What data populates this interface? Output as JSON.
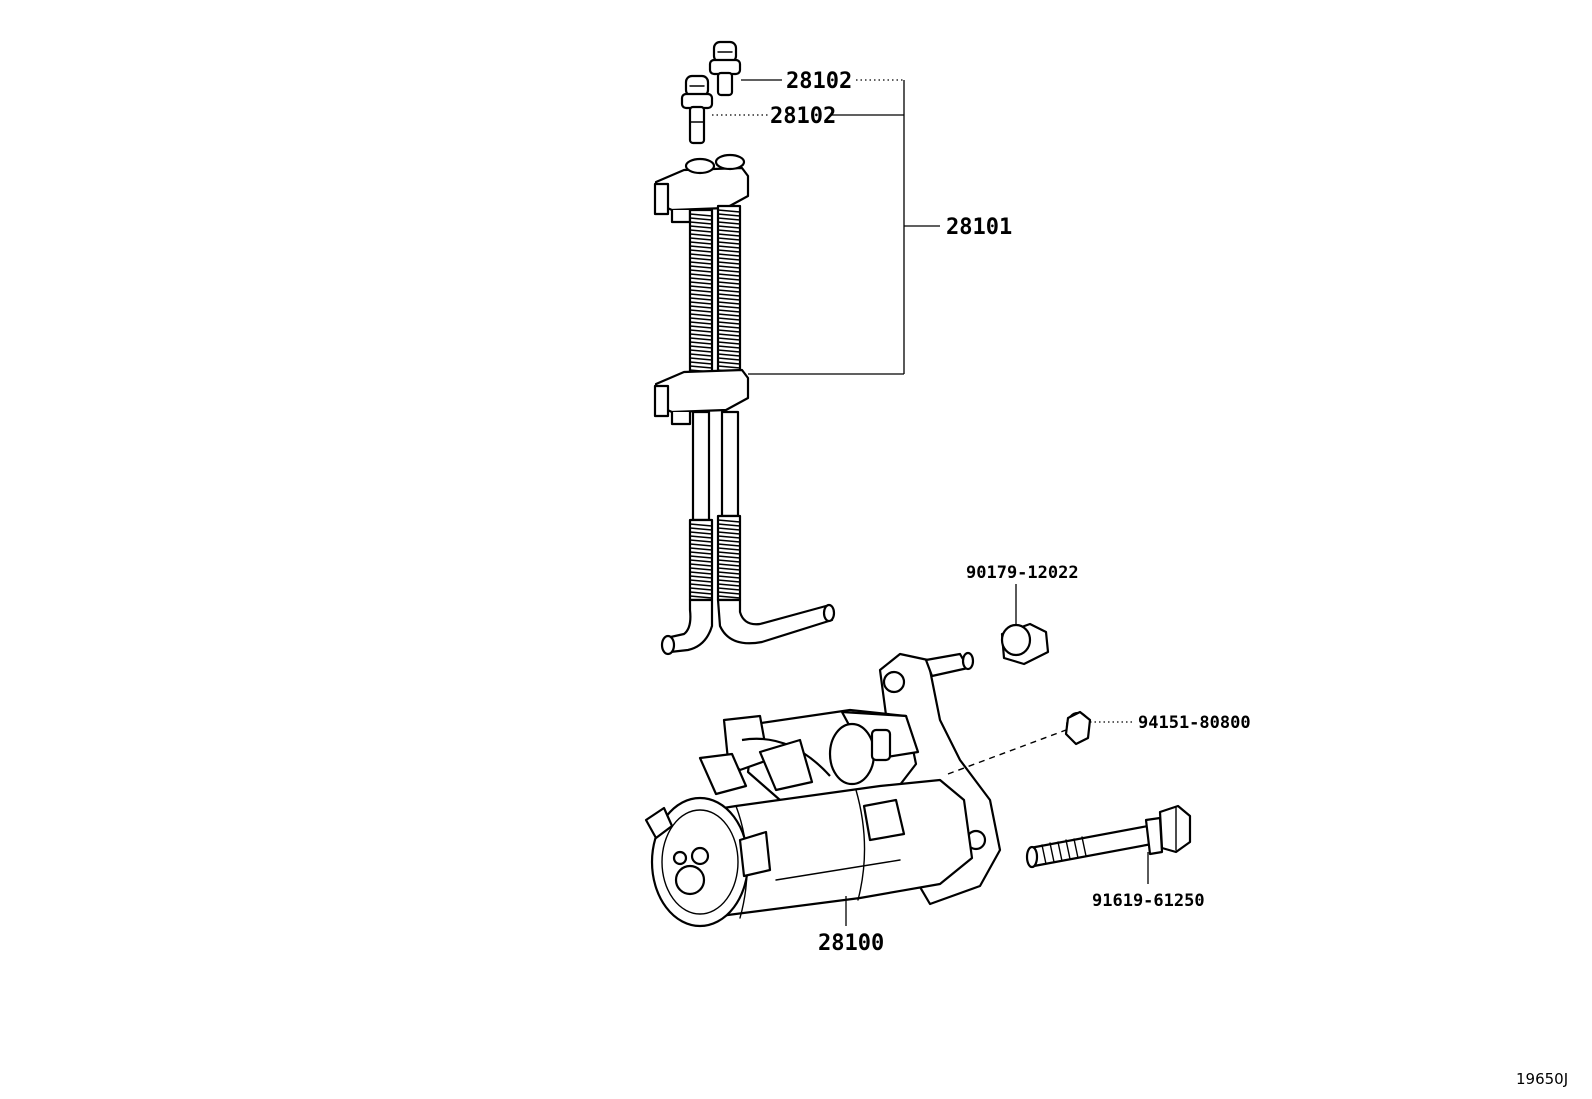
{
  "diagram": {
    "callouts": [
      {
        "id": "p28102a",
        "label": "28102"
      },
      {
        "id": "p28102b",
        "label": "28102"
      },
      {
        "id": "p28101",
        "label": "28101"
      },
      {
        "id": "p90179",
        "label": "90179-12022"
      },
      {
        "id": "p94151",
        "label": "94151-80800"
      },
      {
        "id": "p91619",
        "label": "91619-61250"
      },
      {
        "id": "p28100",
        "label": "28100"
      }
    ],
    "figure_code": "19650J"
  }
}
